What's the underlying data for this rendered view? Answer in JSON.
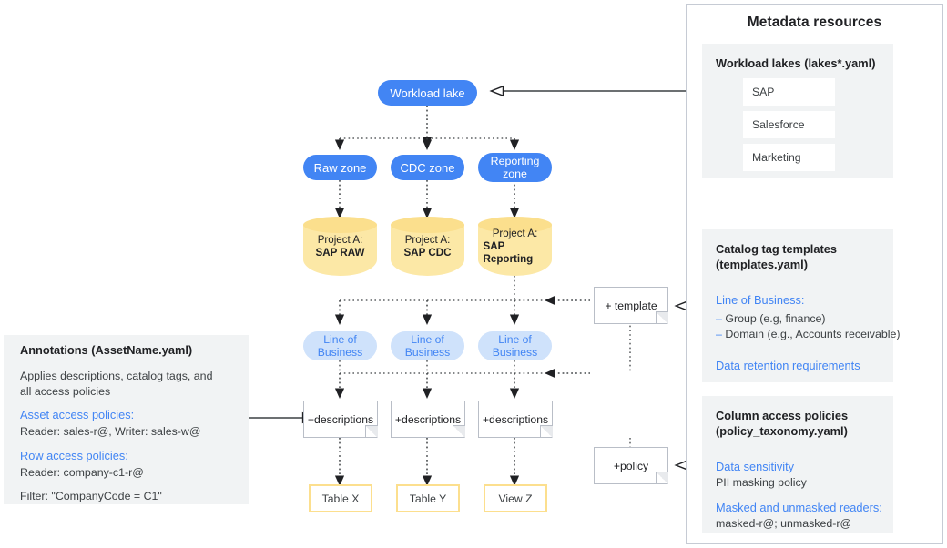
{
  "right_panel": {
    "title": "Metadata resources",
    "cards": [
      {
        "name": "workload-lakes",
        "title": "Workload lakes (lakes*.yaml)",
        "items": [
          "SAP",
          "Salesforce",
          "Marketing"
        ]
      },
      {
        "name": "catalog-tag-templates",
        "title_line1": "Catalog tag templates",
        "title_line2": "(templates.yaml)",
        "heading1": "Line of Business:",
        "bullets": [
          "Group (e.g, finance)",
          "Domain (e.g., Accounts receivable)"
        ],
        "heading2": "Data retention requirements"
      },
      {
        "name": "column-access-policies",
        "title_line1": "Column access policies",
        "title_line2": "(policy_taxonomy.yaml)",
        "heading1": "Data sensitivity",
        "body1": "PII masking policy",
        "heading2": "Masked and unmasked readers:",
        "body2": "masked-r@; unmasked-r@"
      }
    ]
  },
  "left_panel": {
    "title": "Annotations (AssetName.yaml)",
    "intro_line1": "Applies descriptions, catalog tags, and",
    "intro_line2": "all access policies",
    "heading1": "Asset access policies:",
    "body1": "Reader: sales-r@, Writer: sales-w@",
    "heading2": "Row access policies:",
    "body2": "Reader: company-c1-r@",
    "body3": "Filter: \"CompanyCode = C1\""
  },
  "flow": {
    "workload_lake": "Workload lake",
    "zones": [
      "Raw zone",
      "CDC zone",
      "Reporting zone"
    ],
    "projects": [
      {
        "prefix": "Project A:",
        "name": "SAP RAW"
      },
      {
        "prefix": "Project A:",
        "name": "SAP CDC"
      },
      {
        "prefix": "Project A:",
        "name": "SAP Reporting"
      }
    ],
    "lob_label_line1": "Line of",
    "lob_label_line2": "Business",
    "lob": [
      "Line of Business",
      "Line of Business",
      "Line of Business"
    ],
    "descriptions": [
      "+descriptions",
      "+descriptions",
      "+descriptions"
    ],
    "outputs": [
      "Table X",
      "Table Y",
      "View Z"
    ],
    "template_note": "+ template",
    "policy_note": "+policy"
  },
  "colors": {
    "accent_blue": "#4285f4",
    "light_blue": "#cfe2fb",
    "yellow": "#fce8a6",
    "panel_gray": "#f1f3f4"
  }
}
